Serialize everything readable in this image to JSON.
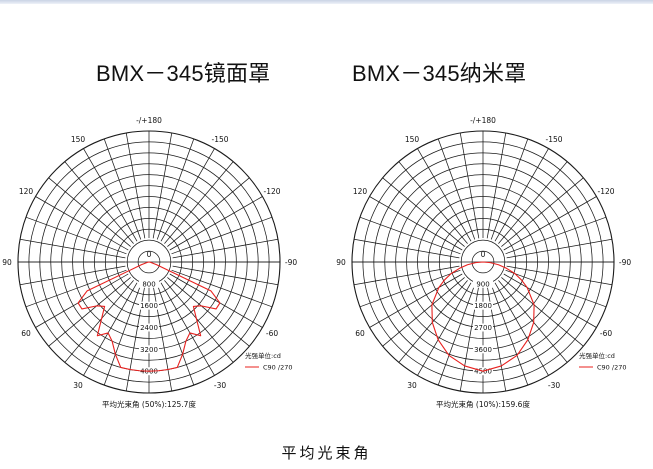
{
  "page": {
    "caption": "平均光束角"
  },
  "chart_data": [
    {
      "type": "polar",
      "title": "BMX－345镜面罩",
      "angle_ticks": [
        "-/+180",
        "150",
        "120",
        "90",
        "60",
        "30",
        "0",
        "-30",
        "-60",
        "-90",
        "-120",
        "-150"
      ],
      "radial_ticks": [
        800,
        1600,
        2400,
        3200,
        4000
      ],
      "rmax": 4800,
      "legend_title": "光强单位:cd",
      "series": [
        {
          "name": "C90 /270",
          "color": "#e8201e",
          "angles": [
            -90,
            -80,
            -70,
            -65,
            -60,
            -55,
            -50,
            -45,
            -40,
            -35,
            -30,
            -25,
            -20,
            -15,
            -10,
            -5,
            0,
            5,
            10,
            15,
            20,
            25,
            30,
            35,
            40,
            45,
            50,
            55,
            60,
            65,
            70,
            80,
            90
          ],
          "values": [
            0,
            50,
            300,
            2500,
            3000,
            3000,
            2500,
            2300,
            2700,
            3300,
            3000,
            3200,
            3600,
            4000,
            4000,
            4000,
            4000,
            4000,
            4000,
            4000,
            3600,
            3200,
            3000,
            3300,
            2700,
            2300,
            2500,
            3000,
            3000,
            2500,
            300,
            50,
            0
          ]
        }
      ],
      "note": "平均光束角 (50%):125.7度"
    },
    {
      "type": "polar",
      "title": "BMX－345纳米罩",
      "angle_ticks": [
        "-/+180",
        "150",
        "120",
        "90",
        "60",
        "30",
        "0",
        "-30",
        "-60",
        "-90",
        "-120",
        "-150"
      ],
      "radial_ticks": [
        900,
        1800,
        2700,
        3600,
        4500
      ],
      "rmax": 5400,
      "legend_title": "光强单位:cd",
      "series": [
        {
          "name": "C90 /270",
          "color": "#e8201e",
          "angles": [
            -90,
            -85,
            -80,
            -75,
            -70,
            -65,
            -60,
            -50,
            -40,
            -30,
            -20,
            -10,
            0,
            10,
            20,
            30,
            40,
            50,
            60,
            65,
            70,
            75,
            80,
            85,
            90
          ],
          "values": [
            0,
            300,
            650,
            1000,
            1400,
            1750,
            2100,
            2750,
            3250,
            3700,
            4100,
            4350,
            4500,
            4350,
            4100,
            3700,
            3250,
            2750,
            2100,
            1750,
            1400,
            1000,
            650,
            300,
            0
          ]
        }
      ],
      "note": "平均光束角 (10%):159.6度"
    }
  ]
}
